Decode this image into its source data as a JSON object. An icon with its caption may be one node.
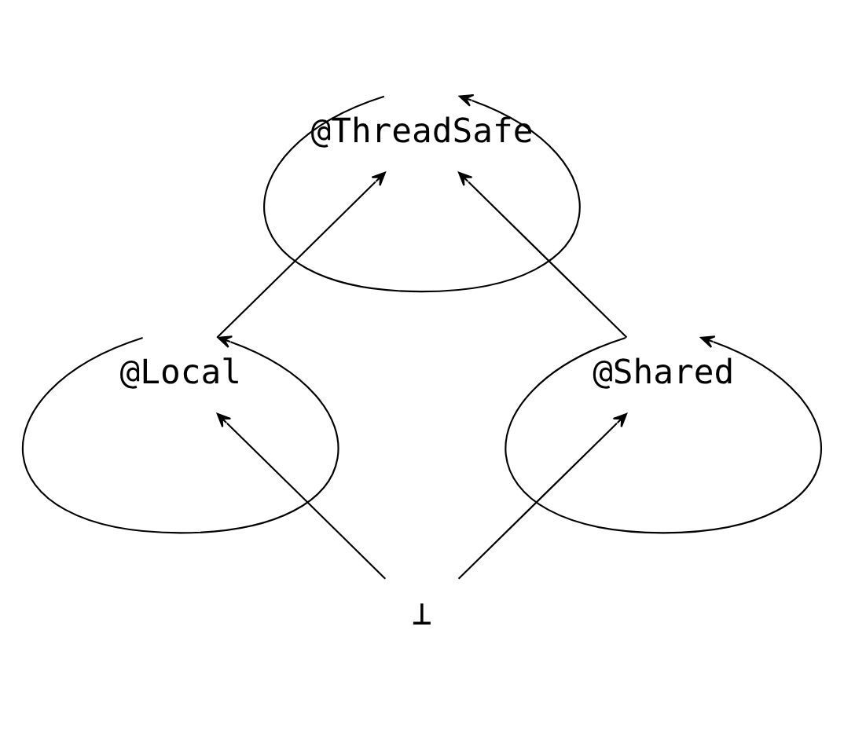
{
  "diagram": {
    "nodes": [
      {
        "text": [
          "@ThreadSafe"
        ]
      },
      {
        "text": [
          "@Local"
        ]
      },
      {
        "text": [
          "@Shared"
        ]
      },
      {
        "text": [
          "⊥"
        ]
      }
    ],
    "edges": [
      {
        "from": 0,
        "to": 0,
        "arrow": "to"
      },
      {
        "from": 1,
        "to": 1,
        "arrow": "to"
      },
      {
        "from": 2,
        "to": 2,
        "arrow": "to"
      },
      {
        "from": 1,
        "to": 0,
        "arrow": "to"
      },
      {
        "from": 2,
        "to": 0,
        "arrow": "to"
      },
      {
        "from": 3,
        "to": 1,
        "arrow": "to"
      },
      {
        "from": 3,
        "to": 2,
        "arrow": "to"
      }
    ]
  }
}
